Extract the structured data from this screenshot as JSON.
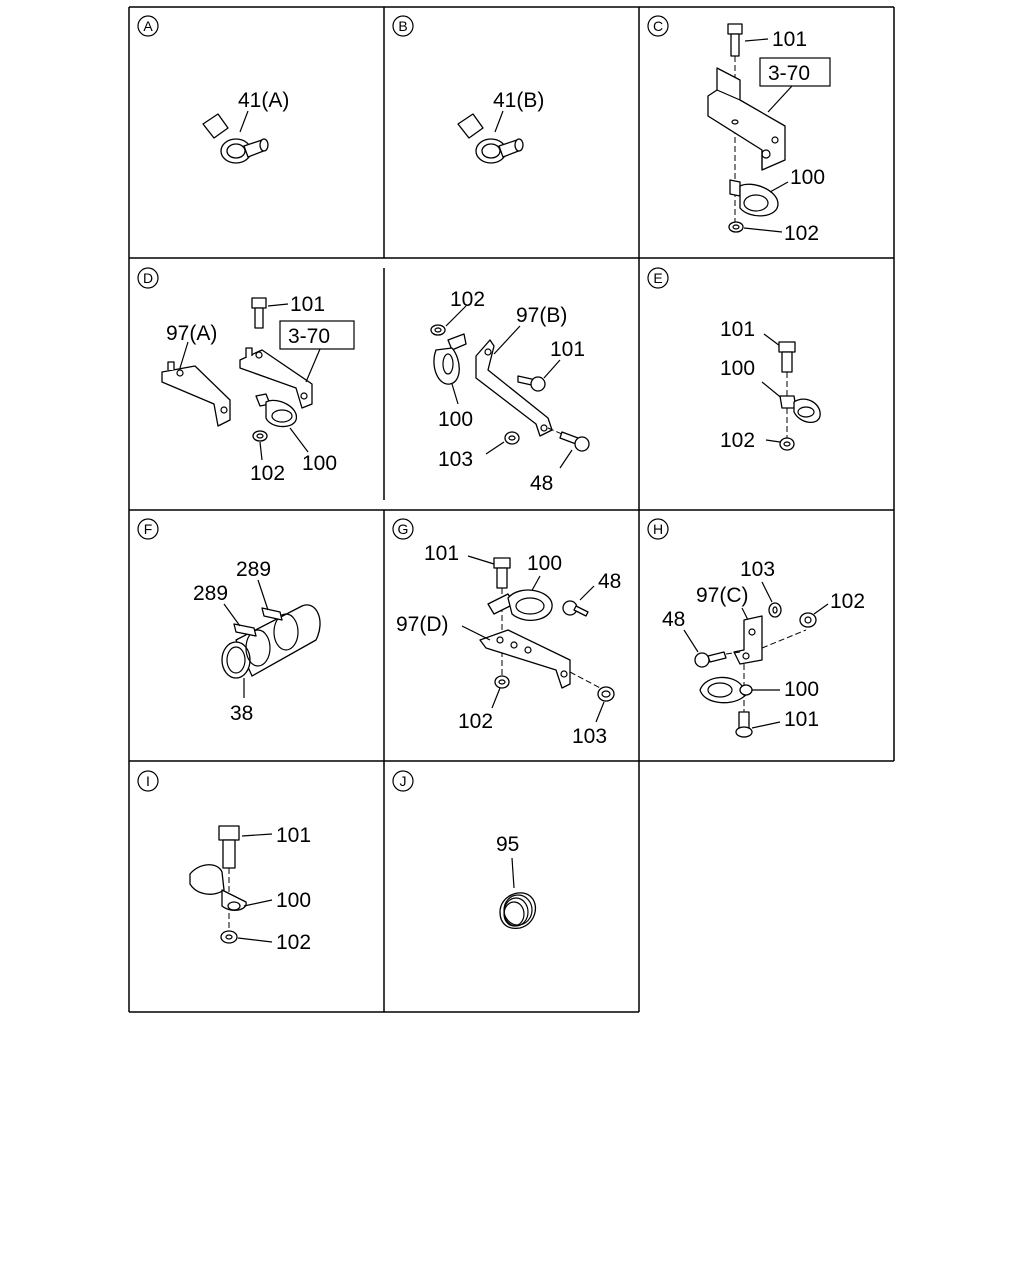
{
  "panels": {
    "A": {
      "letter": "A",
      "labels": {
        "p41a": "41(A)"
      }
    },
    "B": {
      "letter": "B",
      "labels": {
        "p41b": "41(B)"
      }
    },
    "C": {
      "letter": "C",
      "labels": {
        "p101": "101",
        "ref": "3-70",
        "p100": "100",
        "p102": "102"
      }
    },
    "D": {
      "letter": "D",
      "labels": {
        "p101": "101",
        "p97a": "97(A)",
        "ref": "3-70",
        "p102": "102",
        "p100": "100"
      }
    },
    "D2": {
      "labels": {
        "p102": "102",
        "p97b": "97(B)",
        "p101": "101",
        "p100": "100",
        "p103": "103",
        "p48": "48"
      }
    },
    "E": {
      "letter": "E",
      "labels": {
        "p101": "101",
        "p100": "100",
        "p102": "102"
      }
    },
    "F": {
      "letter": "F",
      "labels": {
        "p289a": "289",
        "p289b": "289",
        "p38": "38"
      }
    },
    "G": {
      "letter": "G",
      "labels": {
        "p101": "101",
        "p100": "100",
        "p48": "48",
        "p97d": "97(D)",
        "p102": "102",
        "p103": "103"
      }
    },
    "H": {
      "letter": "H",
      "labels": {
        "p103": "103",
        "p97c": "97(C)",
        "p102": "102",
        "p48": "48",
        "p100": "100",
        "p101": "101"
      }
    },
    "I": {
      "letter": "I",
      "labels": {
        "p101": "101",
        "p100": "100",
        "p102": "102"
      }
    },
    "J": {
      "letter": "J",
      "labels": {
        "p95": "95"
      }
    }
  }
}
